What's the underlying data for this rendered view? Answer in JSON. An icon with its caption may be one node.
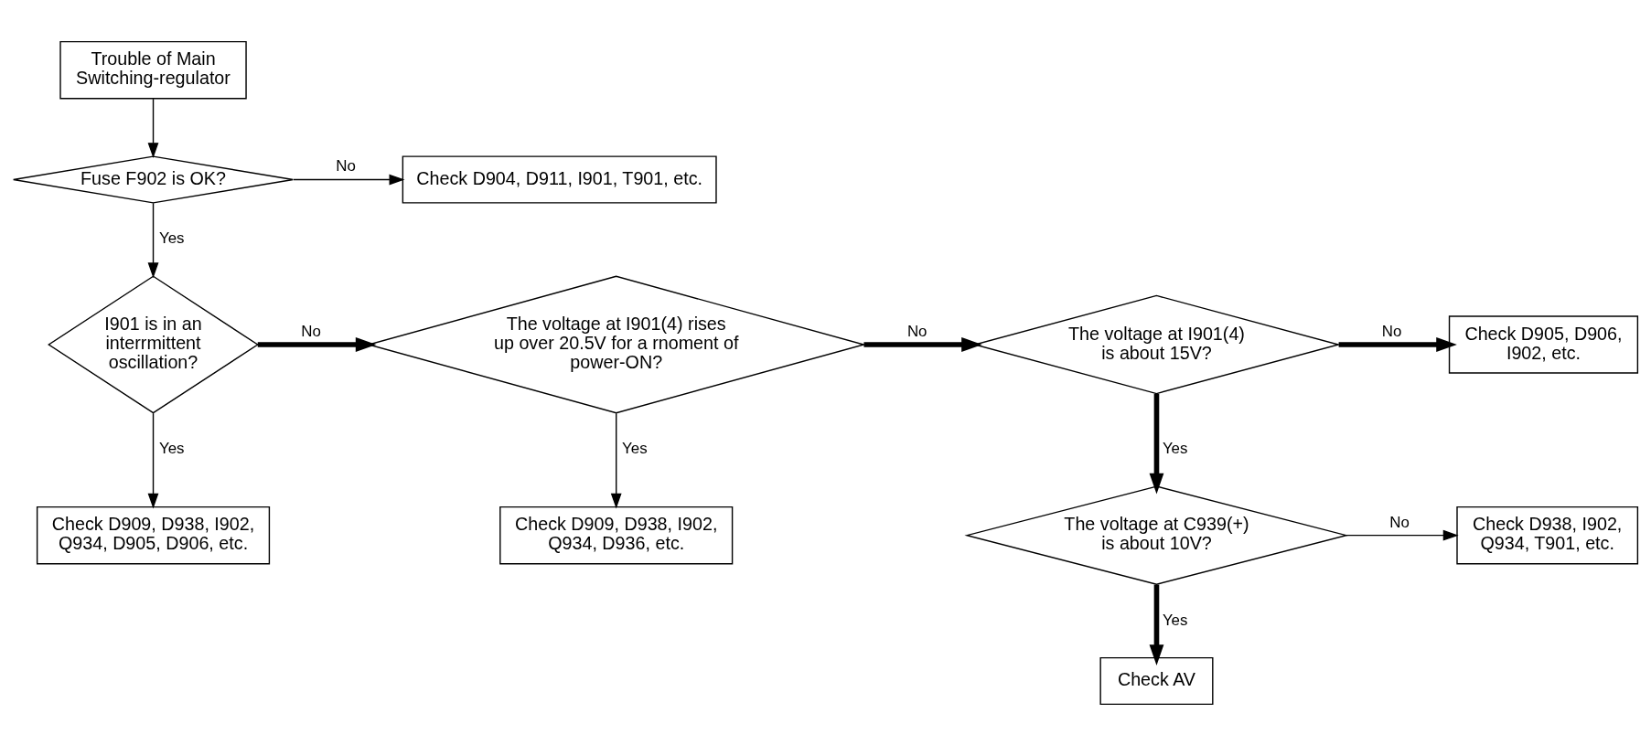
{
  "diagram": {
    "nodes": [
      {
        "text": [
          "Trouble of Main Switching-regulator"
        ]
      },
      {
        "text": [
          "Fuse F902 is OK?"
        ]
      },
      {
        "text": [
          "Check D904, D911, I901, T901, etc."
        ]
      },
      {
        "text": [
          "I901 is in an interrmittent oscillation?"
        ]
      },
      {
        "text": [
          "The voltage at I901(4) rises up over 20.5V for a rnoment of power-ON?"
        ]
      },
      {
        "text": [
          "The voltage at I901(4) is about 15V?"
        ]
      },
      {
        "text": [
          "Check D905, D906, I902, etc."
        ]
      },
      {
        "text": [
          "Check D909, D938, I902, Q934, D905, D906, etc."
        ]
      },
      {
        "text": [
          "Check D909, D938, I902, Q934, D936, etc."
        ]
      },
      {
        "text": [
          "The voltage at C939(+) is about 10V?"
        ]
      },
      {
        "text": [
          "Check D938, I902, Q934, T901, etc."
        ]
      },
      {
        "text": [
          "Check AV"
        ]
      }
    ],
    "edges": [
      {
        "from": 0,
        "to": 1,
        "arrow": "to"
      },
      {
        "from": 1,
        "to": 2,
        "arrow": "to",
        "label": "No"
      },
      {
        "from": 1,
        "to": 3,
        "arrow": "to",
        "label": "Yes"
      },
      {
        "from": 3,
        "to": 4,
        "arrow": "to",
        "label": "No",
        "style": "thick"
      },
      {
        "from": 3,
        "to": 7,
        "arrow": "to",
        "label": "Yes"
      },
      {
        "from": 4,
        "to": 5,
        "arrow": "to",
        "label": "No",
        "style": "thick"
      },
      {
        "from": 4,
        "to": 8,
        "arrow": "to",
        "label": "Yes"
      },
      {
        "from": 5,
        "to": 6,
        "arrow": "to",
        "label": "No",
        "style": "thick"
      },
      {
        "from": 5,
        "to": 9,
        "arrow": "to",
        "label": "Yes",
        "style": "thick"
      },
      {
        "from": 9,
        "to": 10,
        "arrow": "to",
        "label": "No"
      },
      {
        "from": 9,
        "to": 11,
        "arrow": "to",
        "label": "Yes",
        "style": "thick"
      }
    ]
  }
}
